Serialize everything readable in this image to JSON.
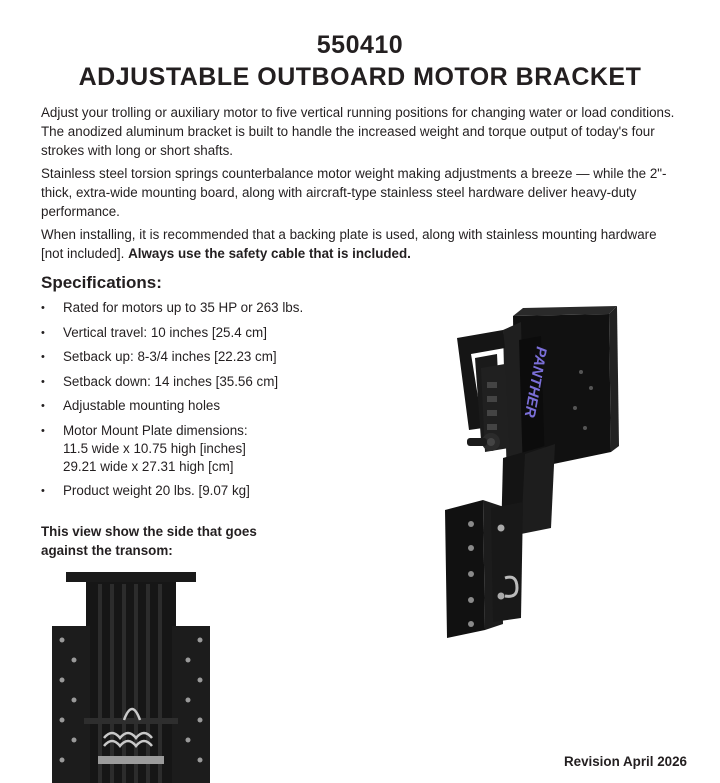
{
  "header": {
    "part_number": "550410",
    "product_name": "ADJUSTABLE OUTBOARD MOTOR BRACKET"
  },
  "intro": {
    "p1": "Adjust your trolling or auxiliary motor to five vertical running positions for changing water or load conditions. The anodized aluminum bracket is built to handle the increased weight and torque output of today's four strokes with long or short shafts.",
    "p2": "Stainless steel torsion springs counterbalance motor weight making adjustments a breeze — while the 2\"-thick, extra-wide mounting board, along with aircraft-type stainless steel hardware deliver heavy-duty performance.",
    "p3_normal": "When installing, it is recommended that a backing plate is used, along with stainless mounting hardware [not included]. ",
    "p3_bold": "Always use the safety cable that is included."
  },
  "specs": {
    "heading": "Specifications:",
    "items": [
      "Rated for motors up to 35 HP or 263 lbs.",
      "Vertical travel: 10 inches [25.4 cm]",
      "Setback up: 8-3/4 inches [22.23 cm]",
      "Setback down: 14 inches [35.56 cm]",
      "Adjustable mounting holes",
      "Motor Mount Plate dimensions:",
      "Product weight 20 lbs. [9.07 kg]"
    ],
    "dimension_lines": [
      "11.5 wide x 10.75 high [inches]",
      "29.21 wide x 27.31 high [cm]"
    ]
  },
  "transom_caption": "This view show the side that goes against the transom:",
  "brand_logo_text": "PANTHER",
  "revision": "Revision April 2026",
  "colors": {
    "text": "#231f20",
    "bracket": "#1b1b1b",
    "logo": "#6b5fc9"
  }
}
